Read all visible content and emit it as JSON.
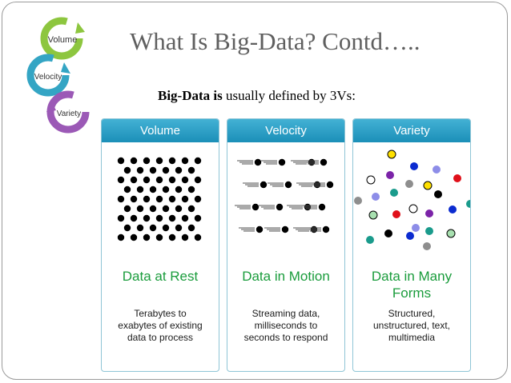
{
  "title": "What Is Big-Data? Contd…..",
  "subtitle": {
    "bold": "Big-Data is",
    "rest": " usually defined by 3Vs:"
  },
  "logo": {
    "labels": [
      "Volume",
      "Velocity",
      "Variety"
    ],
    "colors": [
      "#8dc63f",
      "#34a5c4",
      "#9b59b6"
    ]
  },
  "panels": [
    {
      "header": "Volume",
      "name": "Data at Rest",
      "desc": [
        "Terabytes to",
        "exabytes of existing",
        "data to process"
      ],
      "icon": "dot-grid-icon"
    },
    {
      "header": "Velocity",
      "name": "Data in Motion",
      "desc": [
        "Streaming data,",
        "milliseconds to",
        "seconds to respond"
      ],
      "icon": "moving-dots-icon"
    },
    {
      "header": "Variety",
      "name": "Data in Many Forms",
      "desc": [
        "Structured,",
        "unstructured, text,",
        "multimedia"
      ],
      "icon": "colored-dots-icon"
    }
  ],
  "colors": {
    "header": "#2ba0c8",
    "name": "#1a9c3c",
    "title": "#5f5f5f"
  }
}
